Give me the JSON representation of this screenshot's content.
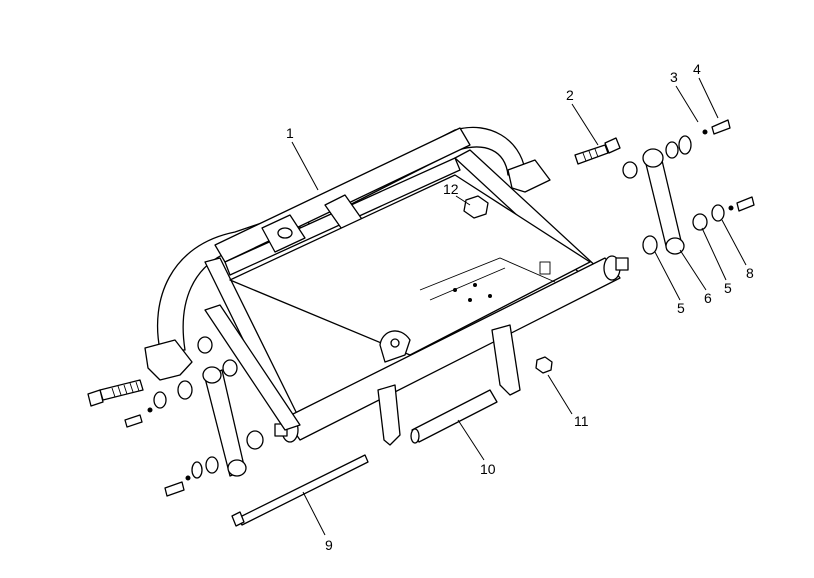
{
  "diagram": {
    "callouts": {
      "c1": "1",
      "c2": "2",
      "c3": "3",
      "c4": "4",
      "c5a": "5",
      "c5b": "5",
      "c6": "6",
      "c8": "8",
      "c9": "9",
      "c10": "10",
      "c11": "11",
      "c12": "12"
    }
  }
}
